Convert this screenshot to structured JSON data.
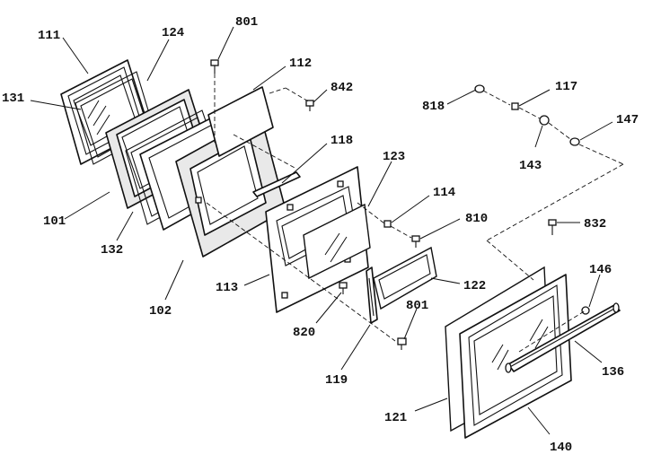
{
  "diagram": {
    "callouts": {
      "c111": "111",
      "c124": "124",
      "c801a": "801",
      "c112": "112",
      "c842": "842",
      "c131": "131",
      "c118": "118",
      "c123": "123",
      "c114": "114",
      "c810": "810",
      "c818": "818",
      "c117": "117",
      "c147": "147",
      "c143": "143",
      "c832": "832",
      "c101": "101",
      "c132": "132",
      "c102": "102",
      "c113": "113",
      "c820": "820",
      "c122": "122",
      "c801b": "801",
      "c119": "119",
      "c146": "146",
      "c136": "136",
      "c121": "121",
      "c140": "140"
    }
  }
}
